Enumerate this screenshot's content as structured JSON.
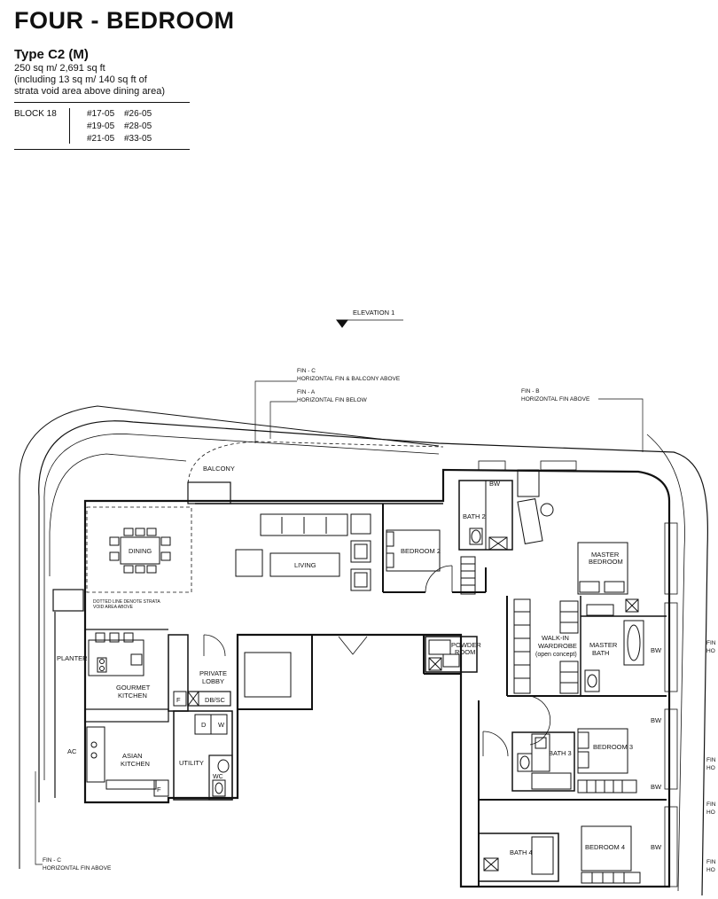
{
  "header": {
    "title": "FOUR - BEDROOM",
    "unit_type": "Type C2 (M)",
    "area_line1": "250 sq m/ 2,691 sq ft",
    "area_line2": "(including 13 sq m/ 140 sq ft of",
    "area_line3": "strata void area above dining area)",
    "block_label": "BLOCK 18",
    "units": [
      "#17-05",
      "#26-05",
      "#19-05",
      "#28-05",
      "#21-05",
      "#33-05"
    ]
  },
  "plan": {
    "elevation": "ELEVATION 1",
    "fins": {
      "c_top_1": "FIN - C",
      "c_top_2": "HORIZONTAL FIN & BALCONY ABOVE",
      "a_1": "FIN - A",
      "a_2": "HORIZONTAL FIN BELOW",
      "b_1": "FIN - B",
      "b_2": "HORIZONTAL FIN ABOVE",
      "c_bottom_1": "FIN - C",
      "c_bottom_2": "HORIZONTAL FIN ABOVE",
      "edge_fin": "FIN",
      "edge_ho": "HO"
    },
    "rooms": {
      "balcony": "BALCONY",
      "dining": "DINING",
      "living": "LIVING",
      "bedroom2": "BEDROOM 2",
      "bath2": "BATH 2",
      "bw": "BW",
      "master_bedroom_1": "MASTER",
      "master_bedroom_2": "BEDROOM",
      "walkin_1": "WALK-IN",
      "walkin_2": "WARDROBE",
      "walkin_3": "(open concept)",
      "master_bath_1": "MASTER",
      "master_bath_2": "BATH",
      "planter": "PLANTER",
      "gourmet_1": "GOURMET",
      "gourmet_2": "KITCHEN",
      "private_lobby_1": "PRIVATE",
      "private_lobby_2": "LOBBY",
      "powder_1": "POWDER",
      "powder_2": "ROOM",
      "f": "F",
      "dbsc": "DB/SC",
      "d": "D",
      "w": "W",
      "ac": "AC",
      "asian_1": "ASIAN",
      "asian_2": "KITCHEN",
      "utility": "UTILITY",
      "wc": "WC",
      "bath3": "BATH 3",
      "bedroom3": "BEDROOM 3",
      "bath4": "BATH 4",
      "bedroom4": "BEDROOM 4"
    },
    "void_note_1": "DOTTED LINE DENOTE STRATA",
    "void_note_2": "VOID AREA ABOVE"
  }
}
